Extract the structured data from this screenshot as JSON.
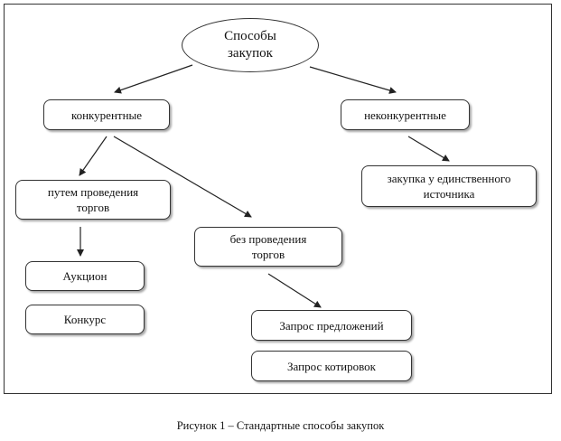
{
  "diagram": {
    "root": "Способы\nзакупок",
    "competitive": "конкурентные",
    "noncompetitive": "неконкурентные",
    "with_bidding": "путем проведения\nторгов",
    "without_bidding": "без проведения\nторгов",
    "single_source": "закупка у единственного\nисточника",
    "auction": "Аукцион",
    "contest": "Конкурс",
    "request_proposals": "Запрос предложений",
    "request_quotes": "Запрос котировок"
  },
  "caption": "Рисунок 1 – Стандартные способы закупок"
}
